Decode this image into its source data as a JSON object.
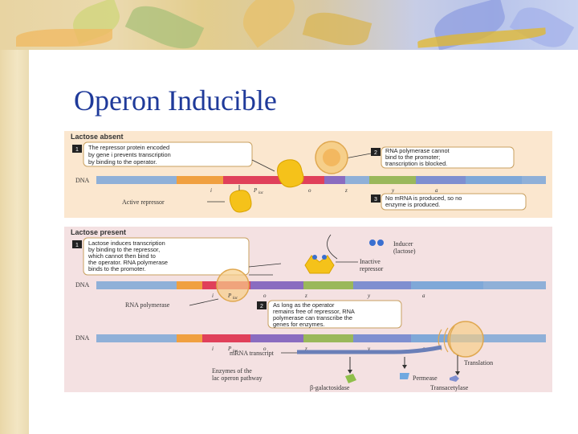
{
  "slide": {
    "title": "Operon Inducible"
  },
  "top_panel": {
    "heading": "Lactose absent",
    "dna_label": "DNA",
    "step1_number": "1",
    "step1_lines": [
      "The repressor protein encoded",
      "by gene i prevents transcription",
      "by binding to the operator."
    ],
    "step2_number": "2",
    "step2_lines": [
      "RNA polymerase cannot",
      "bind to the promoter;",
      "transcription is blocked."
    ],
    "step3_number": "3",
    "step3_lines": [
      "No mRNA is produced, so no",
      "enzyme is produced."
    ],
    "active_repressor_label": "Active repressor",
    "gene_labels": {
      "i": "i",
      "p": "P",
      "p_sub": "lac",
      "o": "o",
      "z": "z",
      "y": "y",
      "a": "a"
    }
  },
  "bottom_panel": {
    "heading": "Lactose present",
    "dna_label_1": "DNA",
    "dna_label_2": "DNA",
    "step1_number": "1",
    "step1_lines": [
      "Lactose induces transcription",
      "by binding to the repressor,",
      "which cannot then bind to",
      "the operator. RNA polymerase",
      "binds to the promoter."
    ],
    "step2_number": "2",
    "step2_lines": [
      "As long as the operator",
      "remains free of repressor, RNA",
      "polymerase can transcribe the",
      "genes for enzymes."
    ],
    "inducer_lines": [
      "Inducer",
      "(lactose)"
    ],
    "inactive_repressor_lines": [
      "Inactive",
      "repressor"
    ],
    "rna_polymerase_label": "RNA polymerase",
    "mrna_label": "mRNA transcript",
    "translation_label": "Translation",
    "enzymes_lines": [
      "Enzymes of the",
      "lac operon pathway"
    ],
    "enzyme_names": [
      "β-galactosidase",
      "Permease",
      "Transacetylase"
    ],
    "gene_labels": {
      "i": "i",
      "p": "P",
      "p_sub": "lac",
      "o": "o",
      "z": "z",
      "y": "y",
      "a": "a"
    }
  },
  "colors": {
    "title": "#1f3a9a",
    "dna_blue": "#8fb0d8",
    "gene_i": "#f0a040",
    "promoter": "#e0405a",
    "operator": "#8a6cc0",
    "gene_z": "#9ab85a",
    "gene_y": "#7f8fd0",
    "gene_a": "#7fa8d8",
    "repressor": "#f5c21a",
    "polymerase": "#f6cf8a"
  }
}
